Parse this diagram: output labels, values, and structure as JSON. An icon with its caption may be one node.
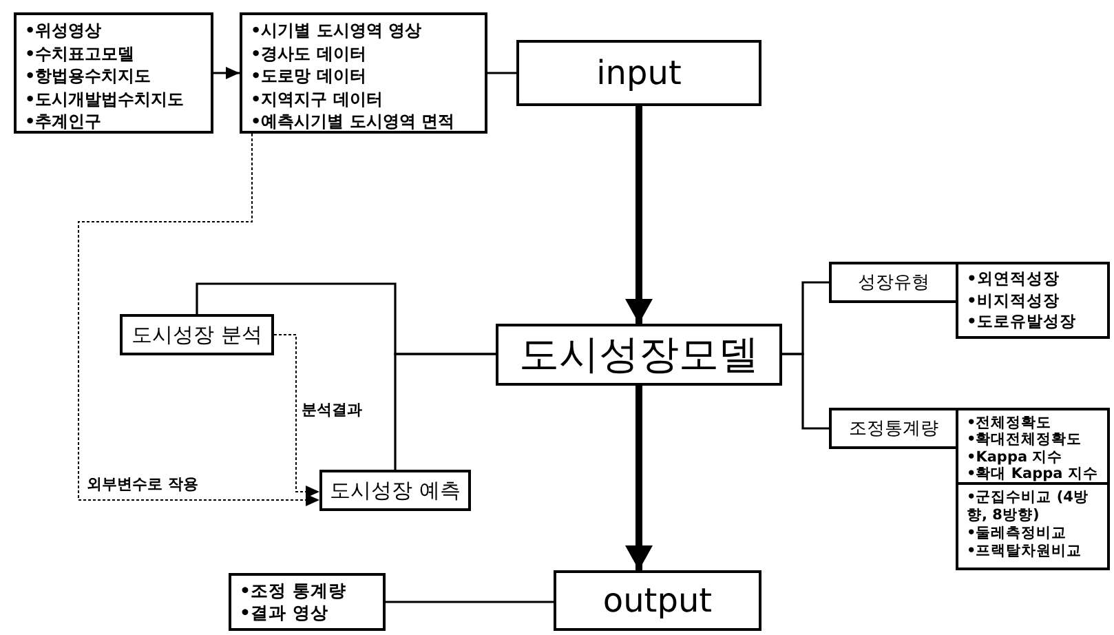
{
  "diagram": {
    "nodes": [
      {
        "text": [
          "•위성영상",
          "•수치표고모델",
          "•항법용수치지도",
          "•도시개발법수치지도",
          "•추계인구"
        ]
      },
      {
        "text": [
          "•시기별 도시영역 영상",
          "•경사도 데이터",
          "•도로망 데이터",
          "•지역지구 데이터",
          "•예측시기별 도시영역 면적"
        ]
      },
      {
        "text": [
          "input"
        ]
      },
      {
        "text": [
          "도시성장모델"
        ]
      },
      {
        "text": [
          "도시성장 분석"
        ]
      },
      {
        "text": [
          "도시성장 예측"
        ]
      },
      {
        "text": [
          "성장유형"
        ]
      },
      {
        "text": [
          "•외연적성장",
          "•비지적성장",
          "•도로유발성장"
        ]
      },
      {
        "text": [
          "조정통계량"
        ]
      },
      {
        "text": [
          "•전체정확도",
          "•확대전체정확도",
          "•Kappa 지수",
          "•확대 Kappa 지수"
        ]
      },
      {
        "text": [
          "•군집수비교 (4방향, 8방향)",
          "•둘레측정비교",
          "•프랙탈차원비교"
        ]
      },
      {
        "text": [
          "output"
        ]
      },
      {
        "text": [
          "•조정 통계량",
          "•결과 영상"
        ]
      }
    ],
    "edges": [
      {
        "from": 0,
        "to": 1,
        "arrow": "to"
      },
      {
        "from": 1,
        "to": 2,
        "arrow": "none"
      },
      {
        "from": 2,
        "to": 3,
        "arrow": "to",
        "style": "thick"
      },
      {
        "from": 3,
        "to": 11,
        "arrow": "to",
        "style": "thick"
      },
      {
        "from": 3,
        "to": 4,
        "arrow": "none"
      },
      {
        "from": 3,
        "to": 5,
        "arrow": "none"
      },
      {
        "from": 4,
        "to": 5,
        "arrow": "to",
        "style": "dashed",
        "label": "분석결과"
      },
      {
        "from": 1,
        "to": 5,
        "arrow": "to",
        "style": "dashed",
        "label": "외부변수로 작용"
      },
      {
        "from": 3,
        "to": 6,
        "arrow": "none"
      },
      {
        "from": 3,
        "to": 8,
        "arrow": "none"
      },
      {
        "from": 12,
        "to": 11,
        "arrow": "none"
      }
    ]
  }
}
